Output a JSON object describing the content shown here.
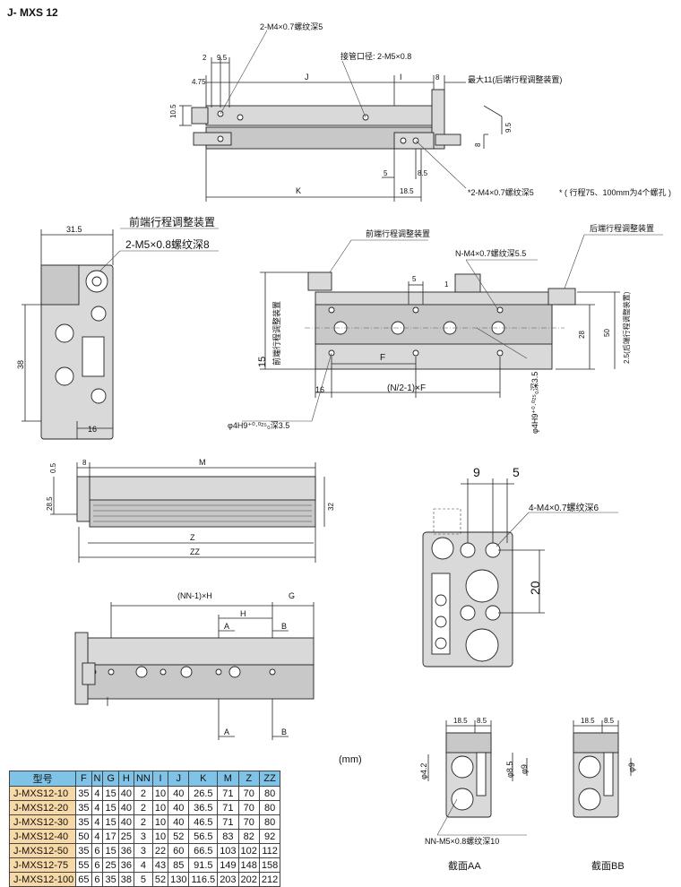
{
  "title": "J- MXS 12",
  "top_view": {
    "labels": {
      "tap_top": "2-M4×0.7螺纹深5",
      "port": "接管口径: 2-M5×0.8",
      "max_adjust": "最大11(后端行程调整装置)",
      "tap_bottom": "*2-M4×0.7螺纹深5",
      "note": "* ( 行程75、100mm为4个螺孔 )"
    },
    "dims": {
      "d2": "2",
      "d9_5a": "9.5",
      "d4_75": "4.75",
      "dJ": "J",
      "dI": "I",
      "d8a": "8",
      "d10_5": "10.5",
      "d9_5b": "9.5",
      "d8b": "8",
      "d8_5": "8.5",
      "d5": "5",
      "dK": "K",
      "d18_5": "18.5"
    }
  },
  "end_view": {
    "labels": {
      "front_adjuster": "前端行程调整装置",
      "port_tap": "2-M5×0.8螺纹深8"
    },
    "dims": {
      "d31_5": "31.5",
      "d38": "38",
      "d16": "16"
    }
  },
  "front_view": {
    "labels": {
      "front_adjuster": "前端行程调整装置",
      "rear_adjuster": "后端行程调整装置",
      "n_tap": "N-M4×0.7螺纹深5.5",
      "front_adjuster_v": "前端行程调整装置",
      "rear_adjuster_v": "2.5(后端行程调整装置)",
      "pin_hole": "φ4H9⁺⁰·⁰²⁵₀深3.5",
      "pin_hole_v": "φ4H9⁺⁰·⁰²⁵₀深3.5"
    },
    "dims": {
      "d5": "5",
      "d1": "1",
      "d15": "15",
      "dF": "F",
      "d16": "16",
      "dNF": "(N/2-1)×F",
      "d28": "28",
      "d50": "50"
    }
  },
  "side_view": {
    "dims": {
      "d8": "8",
      "dM": "M",
      "d0_5": "0.5",
      "d28_5": "28.5",
      "d32": "32",
      "dZ": "Z",
      "dZZ": "ZZ"
    }
  },
  "table_end_view": {
    "labels": {
      "tap": "4-M4×0.7螺纹深6"
    },
    "dims": {
      "d9": "9",
      "d5": "5",
      "d20": "20"
    }
  },
  "bottom_view": {
    "dims": {
      "dNNH": "(NN-1)×H",
      "dG": "G",
      "dH": "H",
      "dA": "A",
      "dB": "B",
      "dA2": "A",
      "dB2": "B"
    }
  },
  "section_aa": {
    "label": "截面AA",
    "tap": "NN-M5×0.8螺纹深10",
    "dims": {
      "d18_5": "18.5",
      "d8_5": "8.5",
      "d4_2": "φ4.2",
      "d8_5v": "φ8.5",
      "d9": "φ9"
    }
  },
  "section_bb": {
    "label": "截面BB",
    "dims": {
      "d18_5": "18.5",
      "d8_5": "8.5",
      "d9": "φ9"
    }
  },
  "table": {
    "unit": "(mm)",
    "headers": [
      "型号",
      "F",
      "N",
      "G",
      "H",
      "NN",
      "I",
      "J",
      "K",
      "M",
      "Z",
      "ZZ"
    ],
    "rows": [
      [
        "J-MXS12-10",
        "35",
        "4",
        "15",
        "40",
        "2",
        "10",
        "40",
        "26.5",
        "71",
        "70",
        "80"
      ],
      [
        "J-MXS12-20",
        "35",
        "4",
        "15",
        "40",
        "2",
        "10",
        "40",
        "36.5",
        "71",
        "70",
        "80"
      ],
      [
        "J-MXS12-30",
        "35",
        "4",
        "15",
        "40",
        "2",
        "10",
        "40",
        "46.5",
        "71",
        "70",
        "80"
      ],
      [
        "J-MXS12-40",
        "50",
        "4",
        "17",
        "25",
        "3",
        "10",
        "52",
        "56.5",
        "83",
        "82",
        "92"
      ],
      [
        "J-MXS12-50",
        "35",
        "6",
        "15",
        "36",
        "3",
        "22",
        "60",
        "66.5",
        "103",
        "102",
        "112"
      ],
      [
        "J-MXS12-75",
        "55",
        "6",
        "25",
        "36",
        "4",
        "43",
        "85",
        "91.5",
        "149",
        "148",
        "158"
      ],
      [
        "J-MXS12-100",
        "65",
        "6",
        "35",
        "38",
        "5",
        "52",
        "130",
        "116.5",
        "203",
        "202",
        "212"
      ]
    ]
  }
}
